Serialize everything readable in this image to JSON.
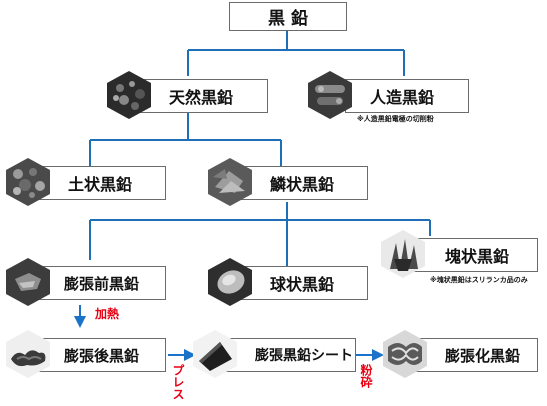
{
  "nodes": {
    "root": "黒 鉛",
    "natural": "天然黒鉛",
    "artificial": "人造黒鉛",
    "earthy": "土状黒鉛",
    "flake": "鱗状黒鉛",
    "lump": "塊状黒鉛",
    "pre_expanded": "膨張前黒鉛",
    "spherical": "球状黒鉛",
    "post_expanded": "膨張後黒鉛",
    "sheet": "膨張黒鉛シート",
    "expanded_graphite": "膨張化黒鉛"
  },
  "notes": {
    "artificial": "※人造黒鉛電極の切削粉",
    "lump": "※塊状黒鉛はスリランカ品のみ"
  },
  "process": {
    "heat": "加熱",
    "press": "プレス",
    "crush": "粉砕"
  },
  "colors": {
    "line": "#1f6fb8",
    "arrow": "#1a73c8",
    "process_text": "#e60012",
    "border": "#6b6b6b"
  },
  "icons": {
    "natural": "graphite-particles-photo",
    "artificial": "graphite-electrode-photo",
    "earthy": "earthy-graphite-photo",
    "flake": "flake-graphite-photo",
    "lump": "lump-graphite-photo",
    "pre_expanded": "pre-expanded-graphite-photo",
    "spherical": "spherical-graphite-photo",
    "post_expanded": "post-expanded-graphite-photo",
    "sheet": "graphite-sheet-photo",
    "expanded_graphite": "expanded-graphite-photo"
  }
}
